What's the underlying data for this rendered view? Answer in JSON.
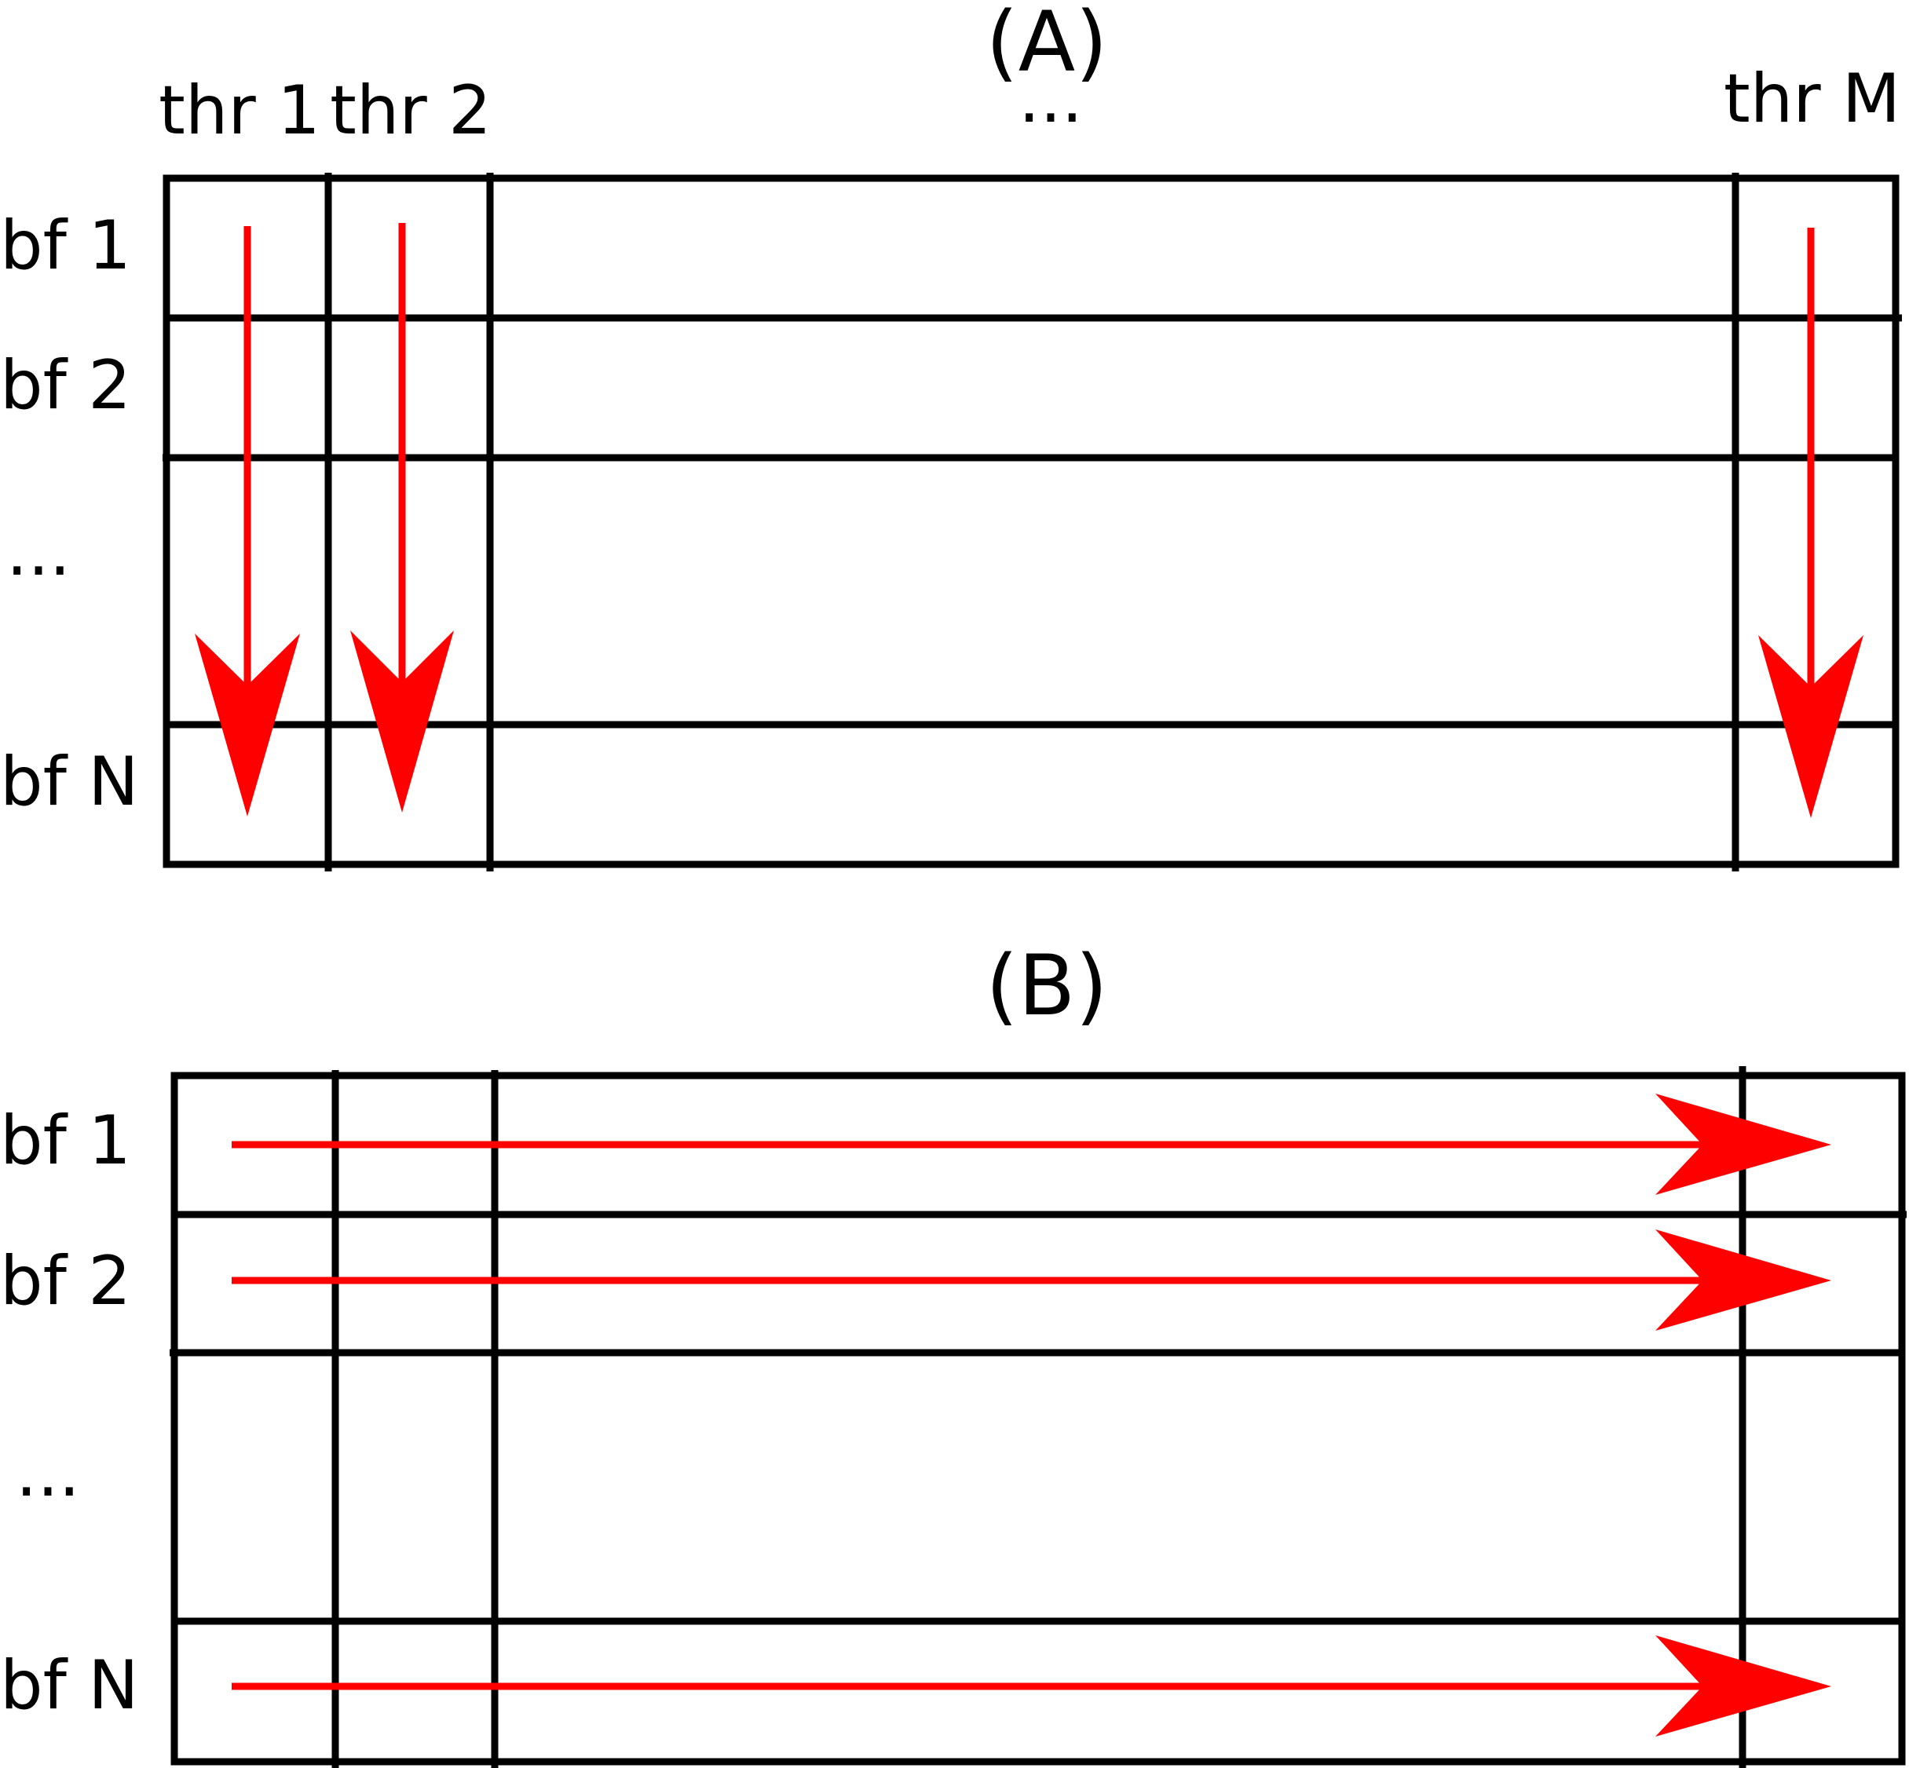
{
  "colors": {
    "lines": "#000000",
    "arrows": "#ff0000",
    "background": "#ffffff"
  },
  "panel_a": {
    "title": "(A)",
    "column_labels": [
      "thr 1",
      "thr 2",
      "...",
      "thr M"
    ],
    "row_labels": [
      "bf 1",
      "bf 2",
      "...",
      "bf N"
    ],
    "arrow_direction": "down"
  },
  "panel_b": {
    "title": "(B)",
    "row_labels": [
      "bf 1",
      "bf 2",
      "...",
      "bf N"
    ],
    "arrow_direction": "right"
  }
}
